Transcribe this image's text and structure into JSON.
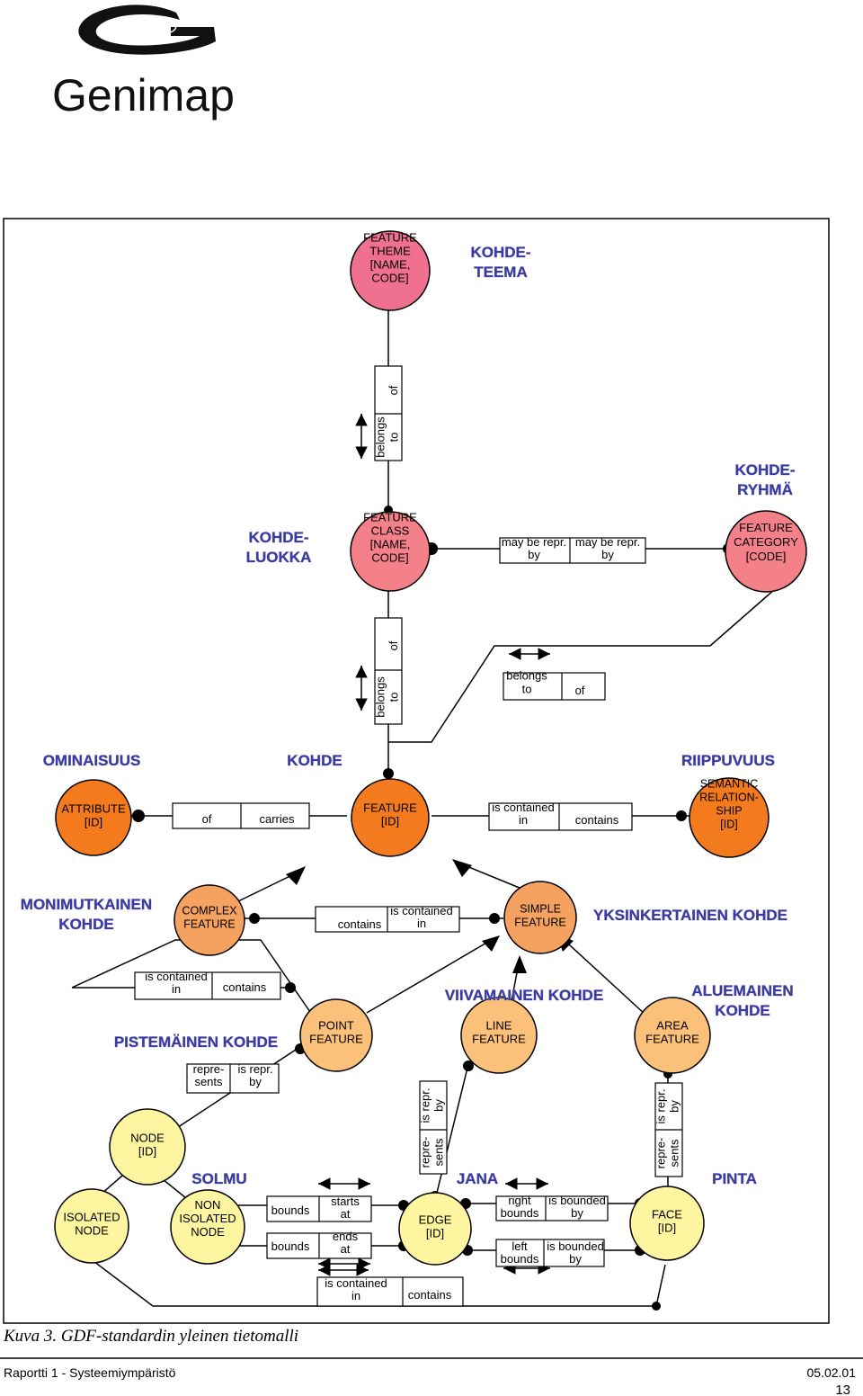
{
  "logo": {
    "brand": "Genimap"
  },
  "colors": {
    "pink": "#f0718f",
    "salmon": "#f4808a",
    "orange": "#f47a1e",
    "light_orange": "#f5a260",
    "pale_orange": "#fbc17a",
    "yellow": "#fdf5a0",
    "label_blue": "#3a3aa0"
  },
  "nodes": {
    "feature_theme": "FEATURE\nTHEME\n[NAME,\nCODE]",
    "feature_class": "FEATURE\nCLASS\n[NAME,\nCODE]",
    "feature_category": "FEATURE\nCATEGORY\n[CODE]",
    "attribute": "ATTRIBUTE\n[ID]",
    "feature": "FEATURE\n[ID]",
    "semantic_relationship": "SEMANTIC\nRELATION-\nSHIP\n[ID]",
    "complex_feature": "COMPLEX\nFEATURE",
    "simple_feature": "SIMPLE\nFEATURE",
    "point_feature": "POINT\nFEATURE",
    "line_feature": "LINE\nFEATURE",
    "area_feature": "AREA\nFEATURE",
    "node": "NODE\n[ID]",
    "isolated_node": "ISOLATED\nNODE",
    "non_isolated_node": "NON\nISOLATED\nNODE",
    "edge": "EDGE\n[ID]",
    "face": "FACE\n[ID]"
  },
  "labels": {
    "kohde_teema": "KOHDE-\nTEEMA",
    "kohde_ryhma": "KOHDE-\nRYHMÄ",
    "kohde_luokka": "KOHDE-\nLUOKKA",
    "ominaisuus": "OMINAISUUS",
    "kohde": "KOHDE",
    "riippuvuus": "RIIPPUVUUS",
    "monimutkainen_kohde": "MONIMUTKAINEN\nKOHDE",
    "yksinkertainen_kohde": "YKSINKERTAINEN KOHDE",
    "pistemainen_kohde": "PISTEMÄINEN KOHDE",
    "viivamainen_kohde": "VIIVAMAINEN KOHDE",
    "aluemainen_kohde": "ALUEMAINEN\nKOHDE",
    "solmu": "SOLMU",
    "jana": "JANA",
    "pinta": "PINTA"
  },
  "relations": {
    "theme_class": [
      "belongs\nto",
      "of"
    ],
    "class_category": [
      "may be repr.\nby",
      "may be repr.\nby"
    ],
    "feature_class": [
      "belongs\nto",
      "of"
    ],
    "feature_category": [
      "belongs\nto",
      "of"
    ],
    "attribute_feature": [
      "of",
      "carries"
    ],
    "feature_semantic": [
      "is contained\nin",
      "contains"
    ],
    "complex_simple": [
      "contains",
      "is contained\nin"
    ],
    "complex_loop": [
      "is contained\nin",
      "contains"
    ],
    "point_node": [
      "repre-\nsents",
      "is repr.\nby"
    ],
    "line_edge": [
      "repre-\nsents",
      "is repr.\nby"
    ],
    "area_face": [
      "repre-\nsents",
      "is repr.\nby"
    ],
    "node_edge_start": [
      "bounds",
      "starts\nat"
    ],
    "node_edge_end": [
      "bounds",
      "ends\nat"
    ],
    "edge_face_right": [
      "right\nbounds",
      "is bounded\nby"
    ],
    "edge_face_left": [
      "left\nbounds",
      "is bounded\nby"
    ],
    "node_face": [
      "is contained\nin",
      "contains"
    ]
  },
  "caption": "Kuva 3. GDF-standardin yleinen tietomalli",
  "footer": {
    "left": "Raportti 1 - Systeemiympäristö",
    "right": "05.02.01",
    "page": "13"
  }
}
